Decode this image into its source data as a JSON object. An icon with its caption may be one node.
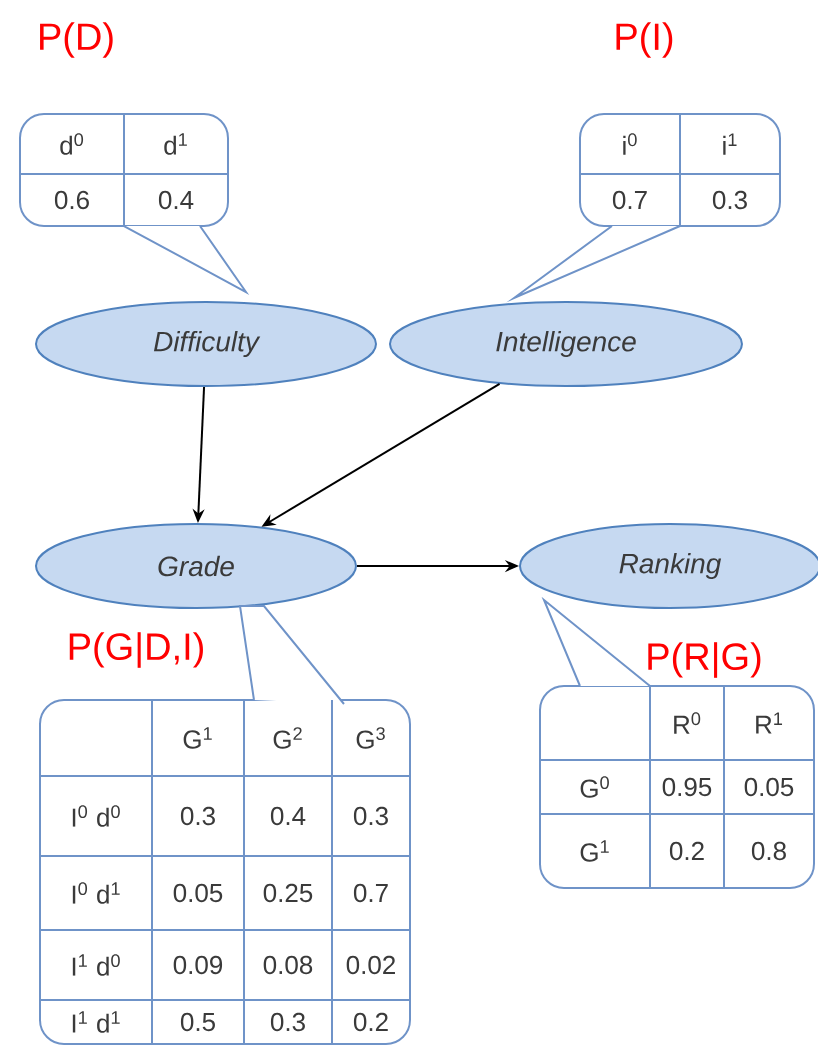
{
  "diagram": {
    "nodes": [
      {
        "text": [
          "Difficulty"
        ]
      },
      {
        "text": [
          "Intelligence"
        ]
      },
      {
        "text": [
          "Grade"
        ]
      },
      {
        "text": [
          "Ranking"
        ]
      },
      {
        "text": [
          "d$^{0}$",
          "d$^{1}$",
          "0.6",
          "0.4"
        ],
        "beside": [
          "P(D)"
        ]
      },
      {
        "text": [
          "i$^{0}$",
          "i$^{1}$",
          "0.7",
          "0.3"
        ],
        "beside": [
          "P(I)"
        ]
      },
      {
        "text": [
          "G$^{1}$",
          "G$^{2}$",
          "G$^{3}$",
          "I$^{0}$ d$^{0}$",
          "0.3",
          "0.4",
          "0.3",
          "I$^{0}$ d$^{1}$",
          "0.05",
          "0.25",
          "0.7",
          "I$^{1}$ d$^{0}$",
          "0.09",
          "0.08",
          "0.02",
          "I$^{1}$ d$^{1}$",
          "0.5",
          "0.3",
          "0.2"
        ],
        "beside": [
          "P(G|D,I)"
        ]
      },
      {
        "text": [
          "R$^{0}$",
          "R$^{1}$",
          "G$^{0}$",
          "0.95",
          "0.05",
          "G$^{1}$",
          "0.2",
          "0.8"
        ],
        "beside": [
          "P(R|G)"
        ]
      }
    ],
    "edges": [
      {
        "from": 0,
        "to": 2,
        "arrow": "to"
      },
      {
        "from": 1,
        "to": 2,
        "arrow": "to"
      },
      {
        "from": 2,
        "to": 3,
        "arrow": "to"
      }
    ]
  }
}
